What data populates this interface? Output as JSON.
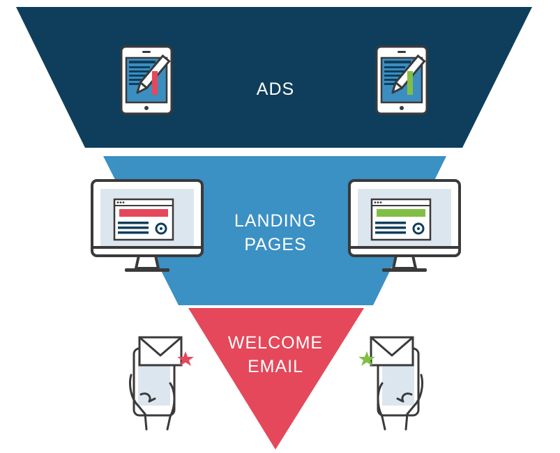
{
  "funnel": {
    "stages": [
      {
        "lines": [
          "ADS"
        ],
        "color": "#0e3e5b"
      },
      {
        "lines": [
          "LANDING",
          "PAGES"
        ],
        "color": "#3b90c4"
      },
      {
        "lines": [
          "WELCOME",
          "EMAIL"
        ],
        "color": "#e4485a"
      }
    ]
  },
  "icons": {
    "ads_left": "tablet-edit-icon",
    "ads_right": "tablet-edit-icon",
    "landing_left": "monitor-page-icon",
    "landing_right": "monitor-page-icon",
    "email_left": "phone-email-icon",
    "email_right": "phone-email-icon"
  },
  "colors": {
    "outline": "#3a3a3a",
    "paper": "#ffffff",
    "screen_bg": "#dce6ef",
    "page_blue": "#3c8ec0",
    "navy": "#0e3e5b",
    "red": "#e4485a",
    "green": "#80bf44"
  }
}
